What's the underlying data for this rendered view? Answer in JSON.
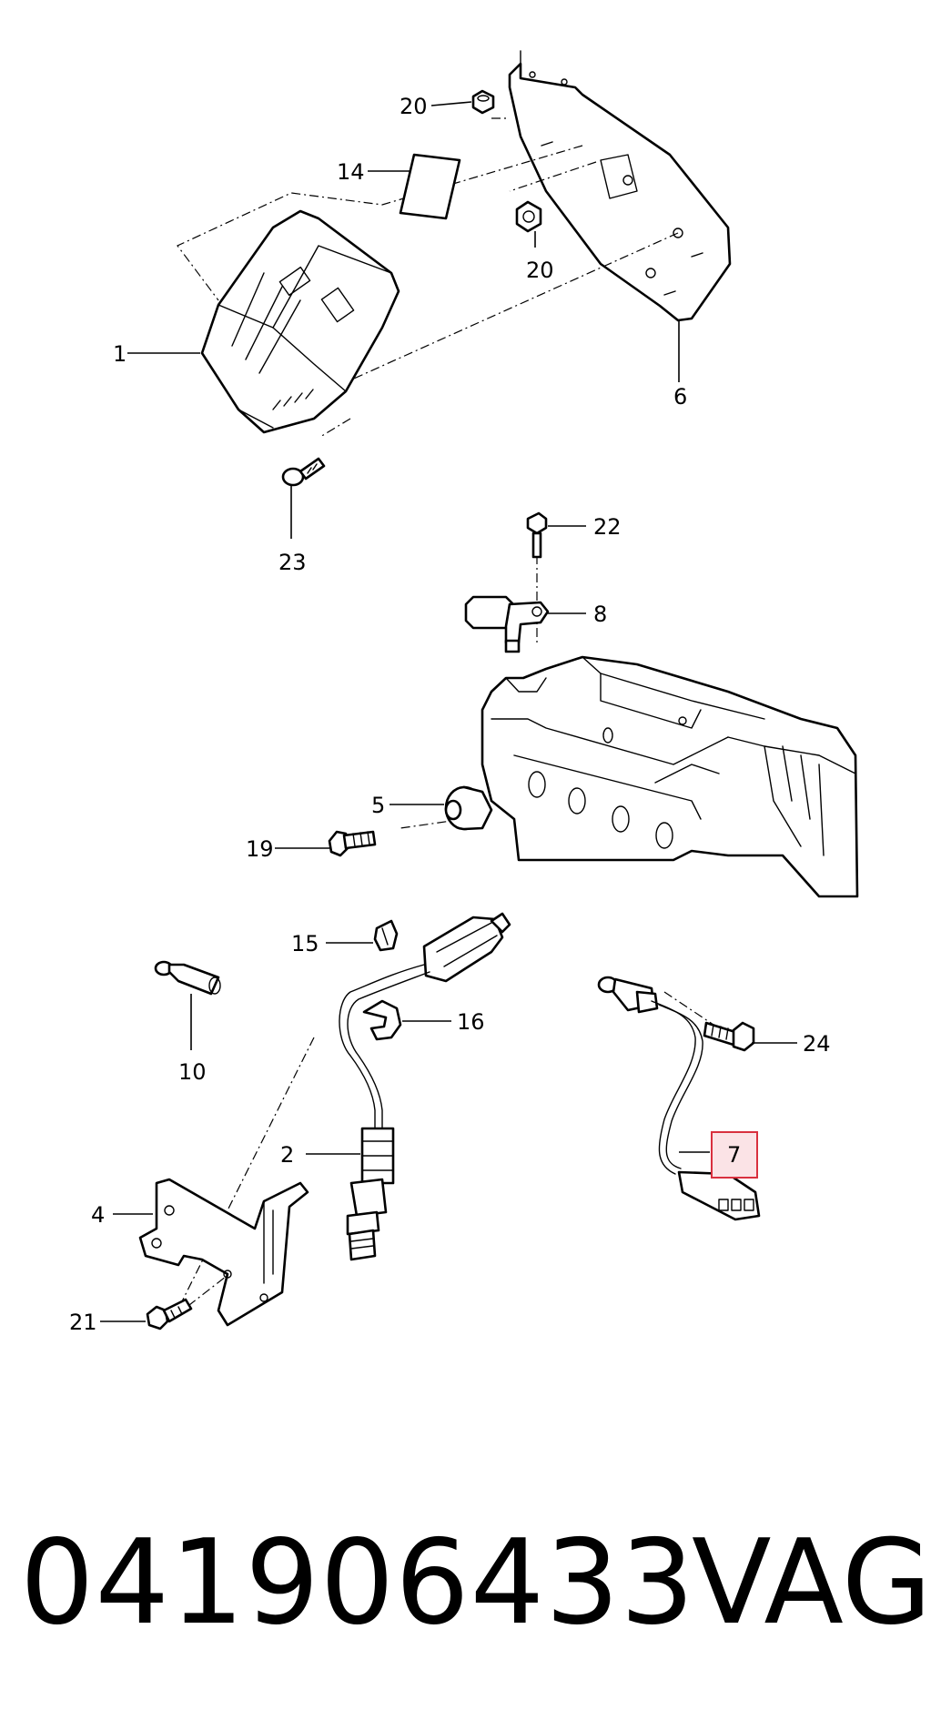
{
  "callouts": {
    "c1": "1",
    "c2": "2",
    "c4": "4",
    "c5": "5",
    "c6": "6",
    "c7": "7",
    "c8": "8",
    "c10": "10",
    "c14": "14",
    "c15": "15",
    "c16": "16",
    "c19": "19",
    "c20a": "20",
    "c20b": "20",
    "c21": "21",
    "c22": "22",
    "c23": "23",
    "c24": "24"
  },
  "highlighted_callout": "7",
  "highlight_color": "#d9303e",
  "footer": {
    "part_number": "041906433",
    "brand": "VAG"
  }
}
